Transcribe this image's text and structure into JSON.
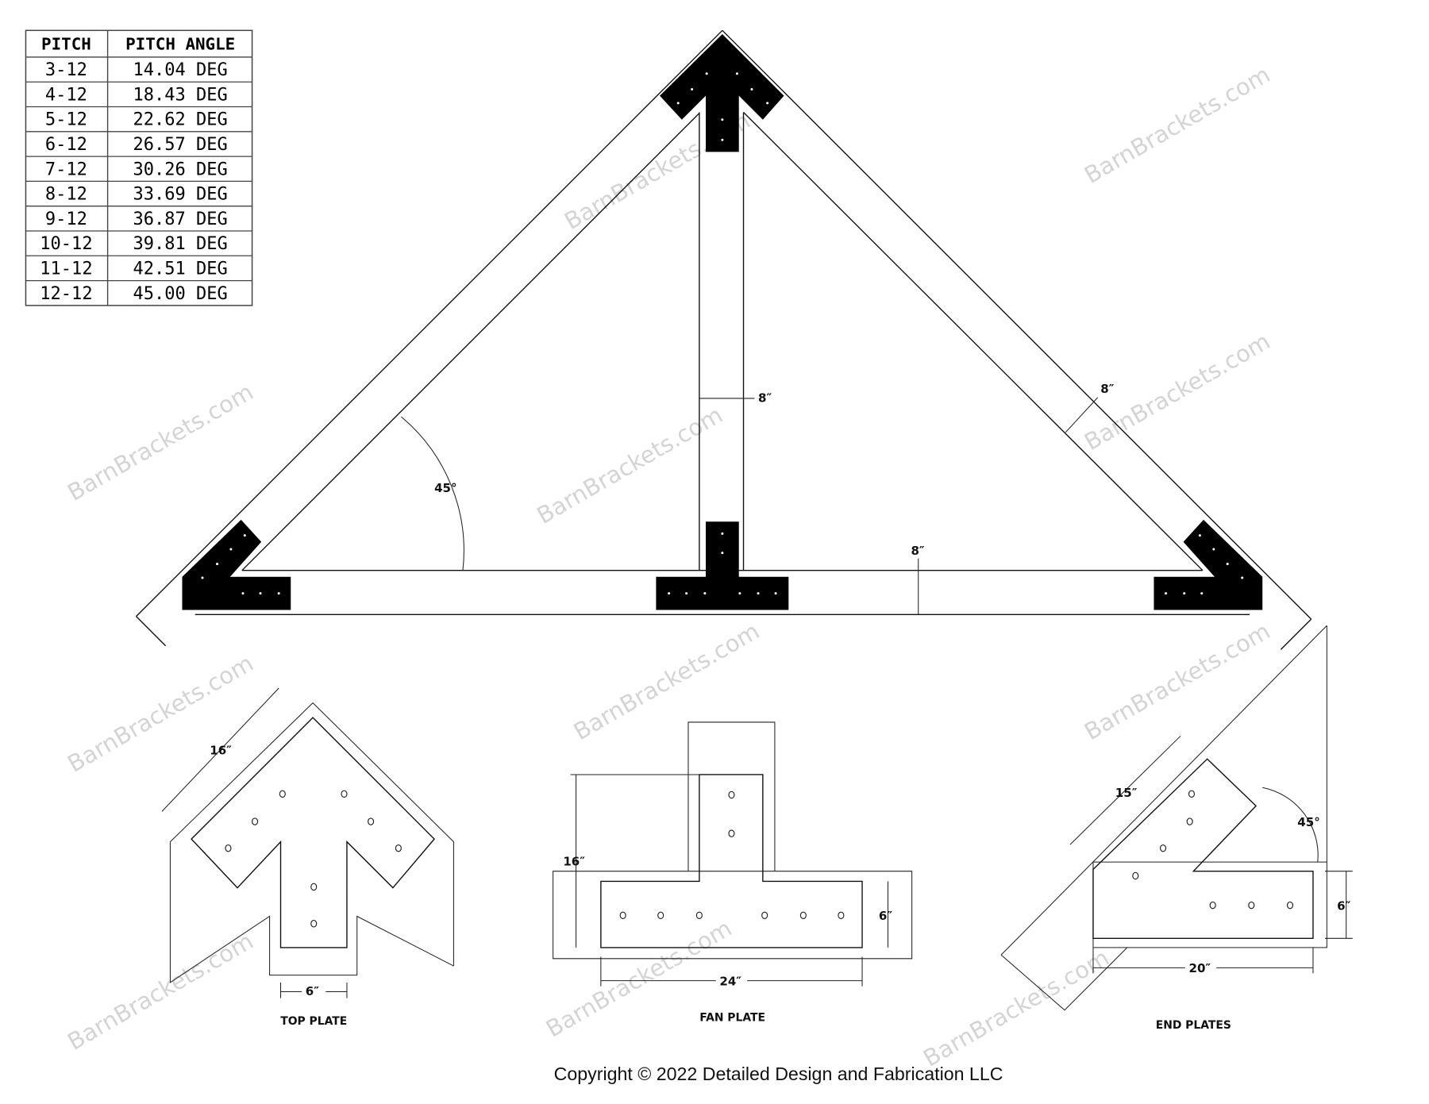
{
  "pitch_table": {
    "headers": [
      "PITCH",
      "PITCH ANGLE"
    ],
    "rows": [
      [
        "3-12",
        "14.04 DEG"
      ],
      [
        "4-12",
        "18.43 DEG"
      ],
      [
        "5-12",
        "22.62 DEG"
      ],
      [
        "6-12",
        "26.57 DEG"
      ],
      [
        "7-12",
        "30.26 DEG"
      ],
      [
        "8-12",
        "33.69 DEG"
      ],
      [
        "9-12",
        "36.87 DEG"
      ],
      [
        "10-12",
        "39.81 DEG"
      ],
      [
        "11-12",
        "42.51 DEG"
      ],
      [
        "12-12",
        "45.00 DEG"
      ]
    ]
  },
  "truss": {
    "post_width": "8″",
    "rafter_width": "8″",
    "tie_beam_height": "8″",
    "angle": "45°"
  },
  "top_plate": {
    "title": "TOP PLATE",
    "length": "16″",
    "width": "6″"
  },
  "fan_plate": {
    "title": "FAN PLATE",
    "height": "16″",
    "width": "6″",
    "length": "24″"
  },
  "end_plates": {
    "title": "END PLATES",
    "length": "15″",
    "angle": "45°",
    "width": "6″",
    "base": "20″"
  },
  "watermark": "BarnBrackets.com",
  "copyright": "Copyright © 2022 Detailed Design and Fabrication LLC"
}
